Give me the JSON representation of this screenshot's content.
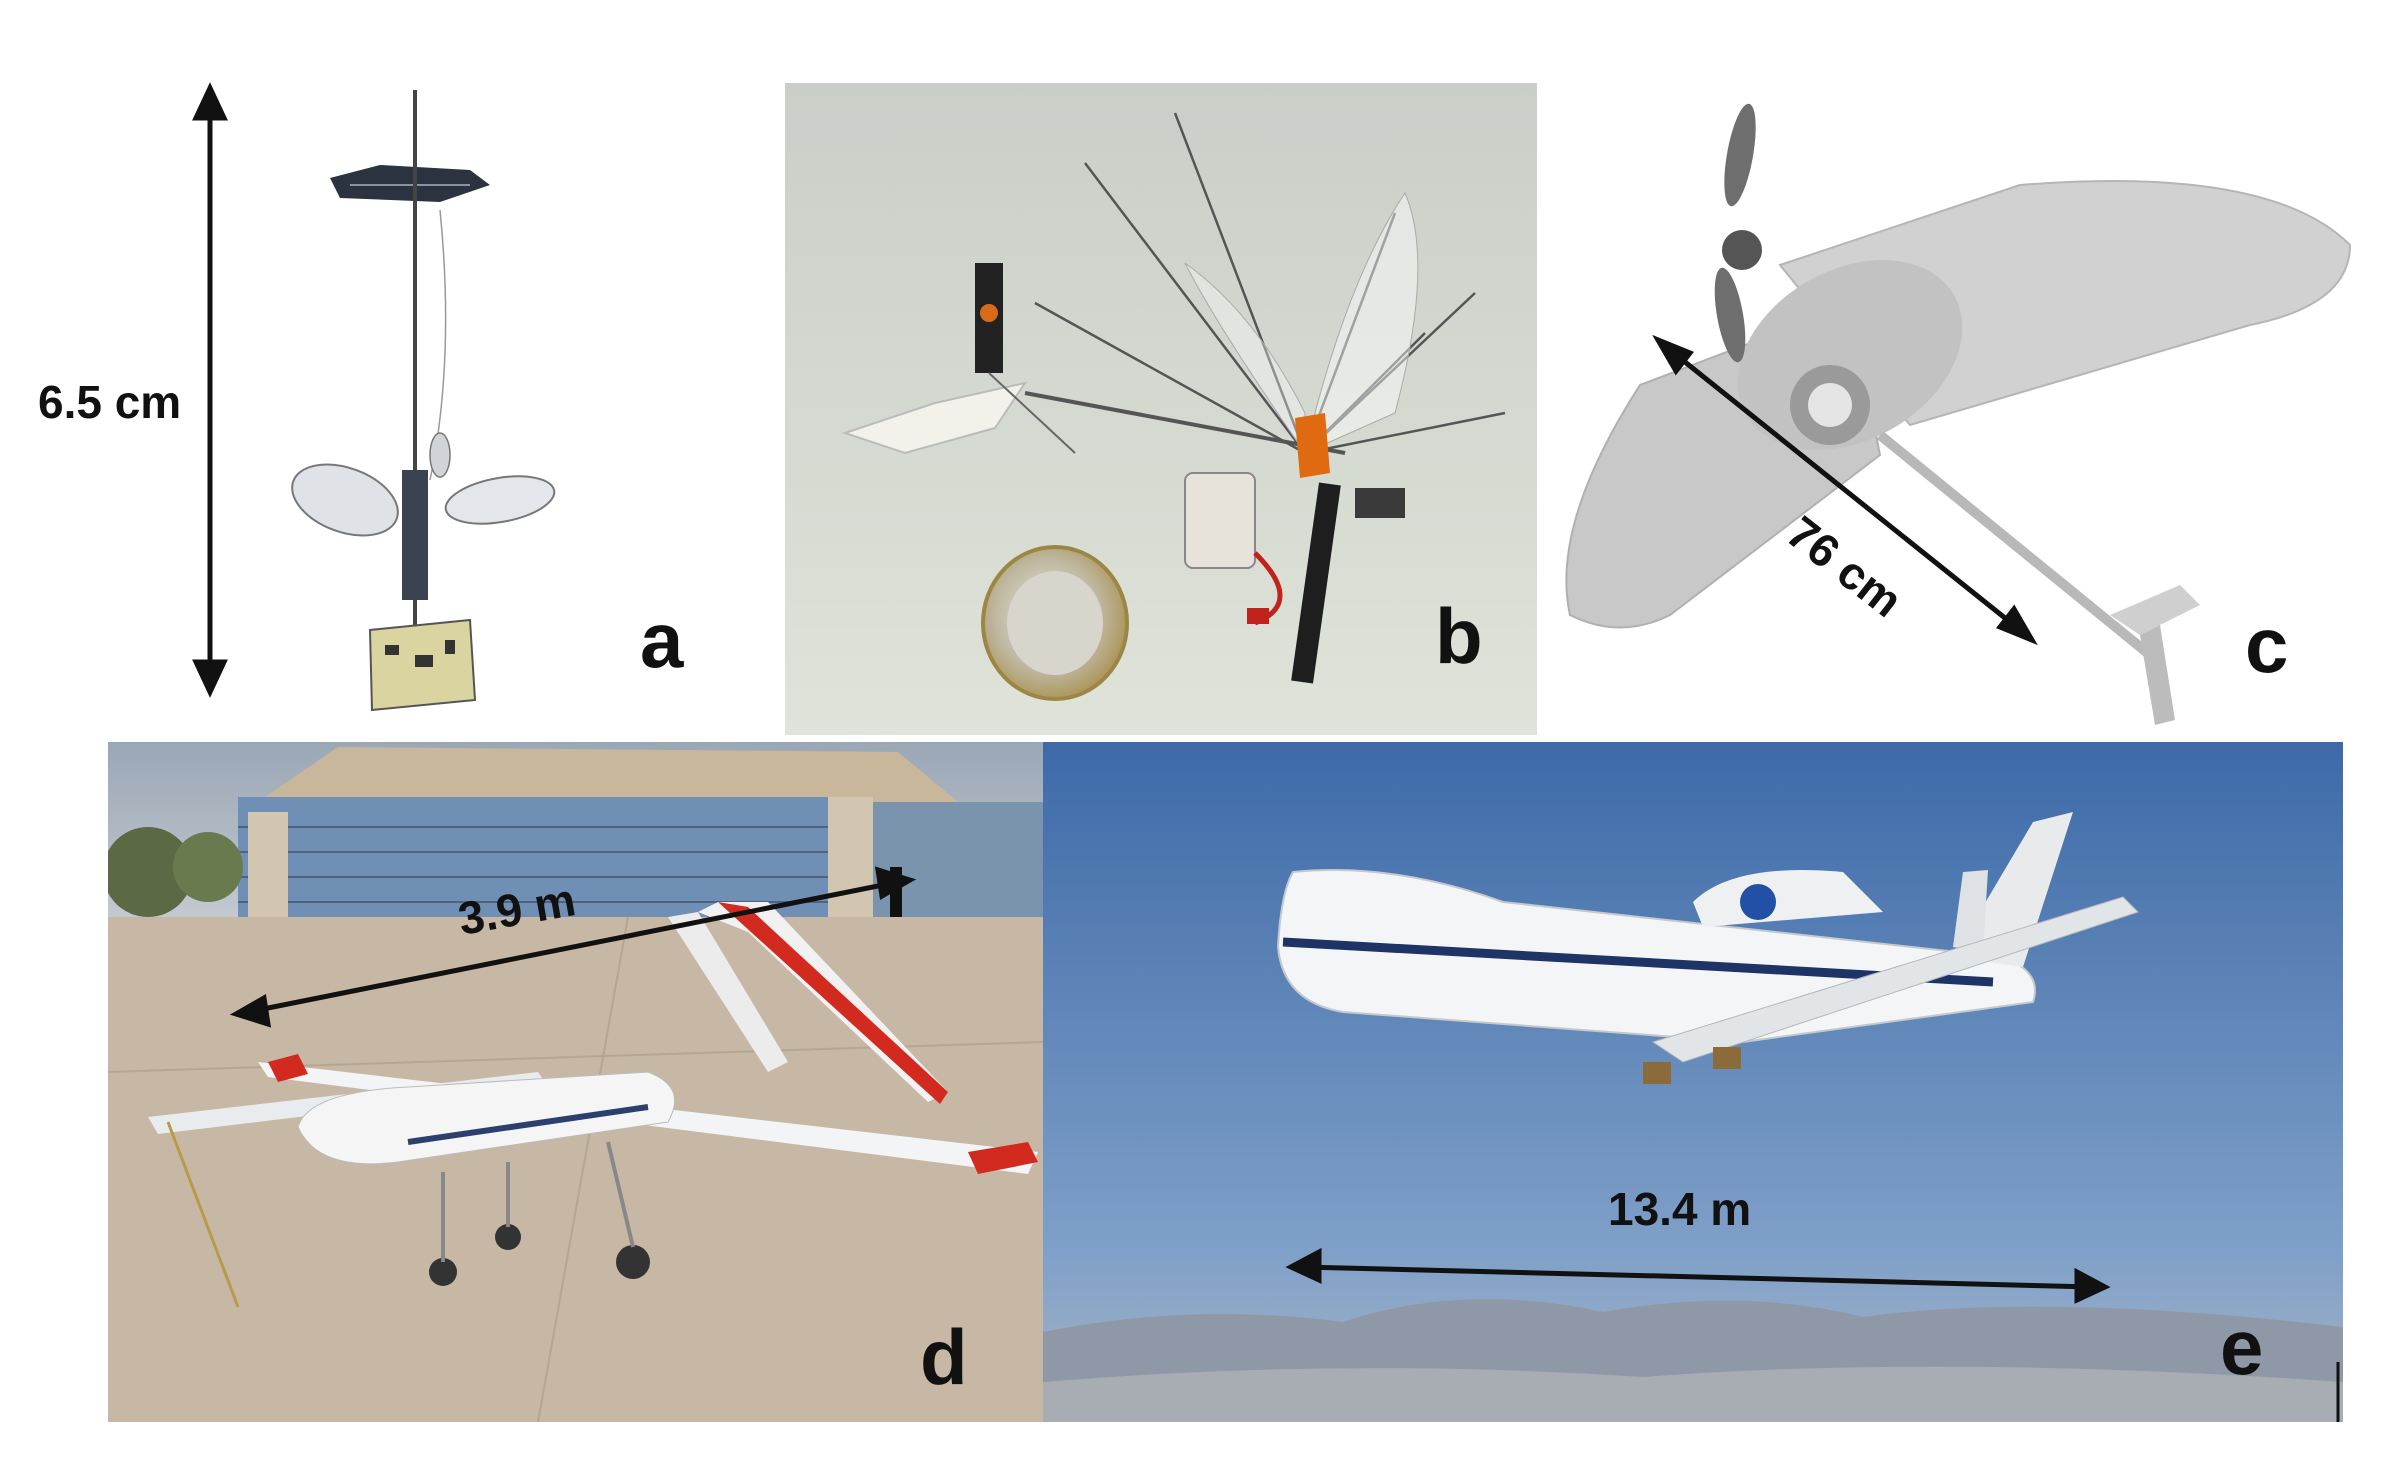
{
  "panels": [
    {
      "id": "a",
      "letter": "a",
      "measurement": "6.5 cm"
    },
    {
      "id": "b",
      "letter": "b"
    },
    {
      "id": "c",
      "letter": "c",
      "measurement": "76 cm"
    },
    {
      "id": "d",
      "letter": "d",
      "measurement": "3.9 m"
    },
    {
      "id": "e",
      "letter": "e",
      "measurement": "13.4 m"
    }
  ]
}
